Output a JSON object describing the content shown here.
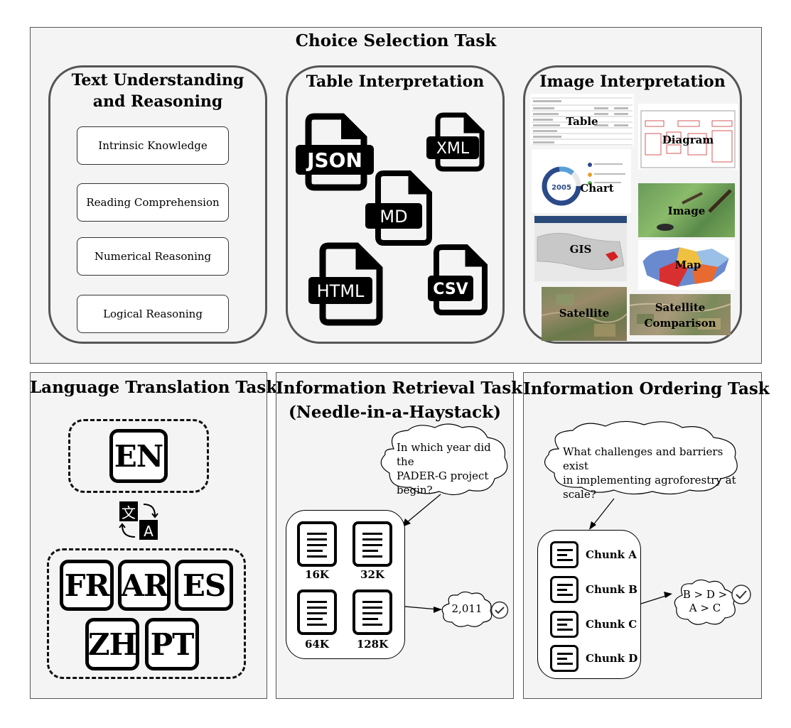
{
  "choice": {
    "title": "Choice Selection Task",
    "text_panel": {
      "title_line1": "Text Understanding",
      "title_line2": "and Reasoning",
      "skills": [
        "Intrinsic Knowledge",
        "Reading Comprehension",
        "Numerical Reasoning",
        "Logical Reasoning"
      ]
    },
    "table_panel": {
      "title": "Table Interpretation",
      "formats": [
        "JSON",
        "XML",
        "MD",
        "HTML",
        "CSV"
      ]
    },
    "image_panel": {
      "title": "Image Interpretation",
      "tiles": [
        "Table",
        "Diagram",
        "Chart",
        "Image",
        "GIS",
        "Map",
        "Satellite",
        "Satellite Comparison"
      ],
      "satellite_comparison_line1": "Satellite",
      "satellite_comparison_line2": "Comparison",
      "chart_inner_label": "2005"
    }
  },
  "translation": {
    "title": "Language Translation Task",
    "source": "EN",
    "targets": [
      "FR",
      "AR",
      "ES",
      "ZH",
      "PT"
    ],
    "icon_glyph_a": "文",
    "icon_glyph_b": "A"
  },
  "retrieval": {
    "title_line1": "Information Retrieval Task",
    "title_line2": "(Needle-in-a-Haystack)",
    "question_line1": "In which year did the",
    "question_line2": "PADER-G project",
    "question_line3": "begin?",
    "contexts": [
      "16K",
      "32K",
      "64K",
      "128K"
    ],
    "answer": "2,011"
  },
  "ordering": {
    "title": "Information Ordering Task",
    "question_line1": "What challenges and barriers exist",
    "question_line2": "in implementing agroforestry at",
    "question_line3": "scale?",
    "chunks": [
      "Chunk A",
      "Chunk B",
      "Chunk C",
      "Chunk D"
    ],
    "answer_line1": "B > D >",
    "answer_line2": "A > C"
  }
}
